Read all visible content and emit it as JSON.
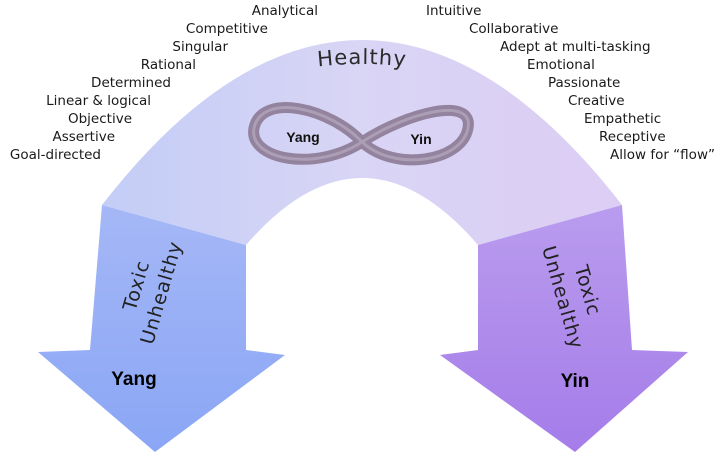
{
  "colors": {
    "arch_top": "#d9d5f5",
    "arch_left": "#b9c4f6",
    "arch_right": "#d6c6f3",
    "arrow_left": "#8fa9f5",
    "arrow_right": "#a781ea",
    "infinity": "#8d7c96",
    "text": "#1a1a1a"
  },
  "healthy": {
    "label": "Healthy"
  },
  "infinity": {
    "yang_label": "Yang",
    "yin_label": "Yin"
  },
  "left_arrow": {
    "line1": "Toxic",
    "line2": "Unhealthy",
    "label": "Yang"
  },
  "right_arrow": {
    "line1": "Toxic",
    "line2": "Unhealthy",
    "label": "Yin"
  },
  "yang_traits": [
    "Analytical",
    "Competitive",
    "Singular",
    "Rational",
    "Determined",
    "Linear & logical",
    "Objective",
    "Assertive",
    "Goal-directed"
  ],
  "yin_traits": [
    "Intuitive",
    "Collaborative",
    "Adept at multi-tasking",
    "Emotional",
    "Passionate",
    "Creative",
    "Empathetic",
    "Receptive",
    "Allow for “flow”"
  ]
}
